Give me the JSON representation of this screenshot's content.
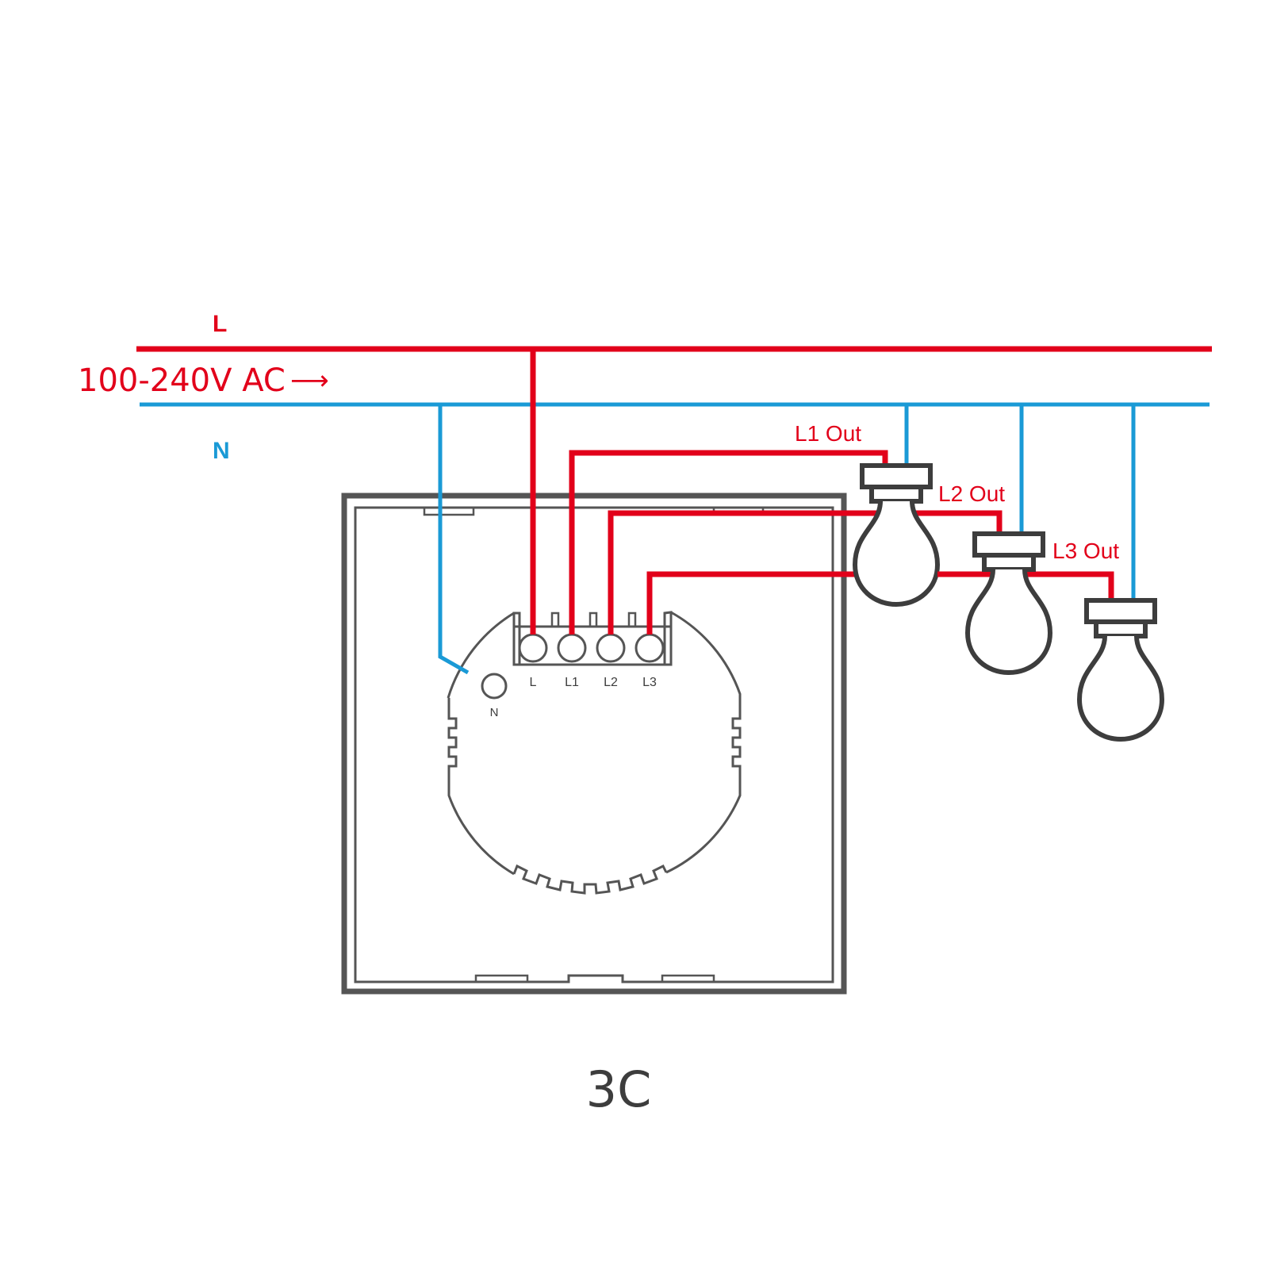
{
  "lines": {
    "live_label": "L",
    "neutral_label": "N",
    "voltage_label": "100-240V AC",
    "arrow": "⟶"
  },
  "terminals": {
    "L": "L",
    "L1": "L1",
    "L2": "L2",
    "L3": "L3",
    "N": "N"
  },
  "outputs": {
    "out1": "L1 Out",
    "out2": "L2 Out",
    "out3": "L3 Out"
  },
  "caption": "3C",
  "colors": {
    "live": "#e2001a",
    "neutral": "#1a9ad6",
    "outline": "#3d3d3d",
    "text_dark": "#3d3d3d"
  },
  "icons": {
    "bulb": "light-bulb-icon",
    "switch": "wall-switch-plate"
  }
}
